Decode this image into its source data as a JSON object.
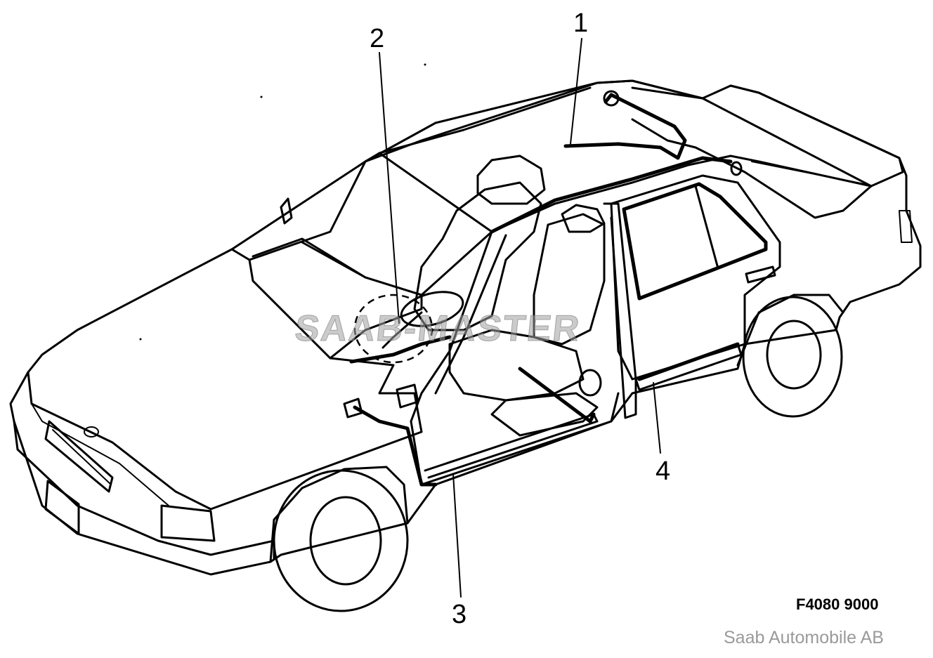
{
  "diagram": {
    "callouts": [
      {
        "label": "1"
      },
      {
        "label": "2"
      },
      {
        "label": "3"
      },
      {
        "label": "4"
      }
    ],
    "figure_code": "F4080 9000",
    "watermark": "SAAB-MASTER",
    "copyright": "Saab Automobile AB"
  }
}
